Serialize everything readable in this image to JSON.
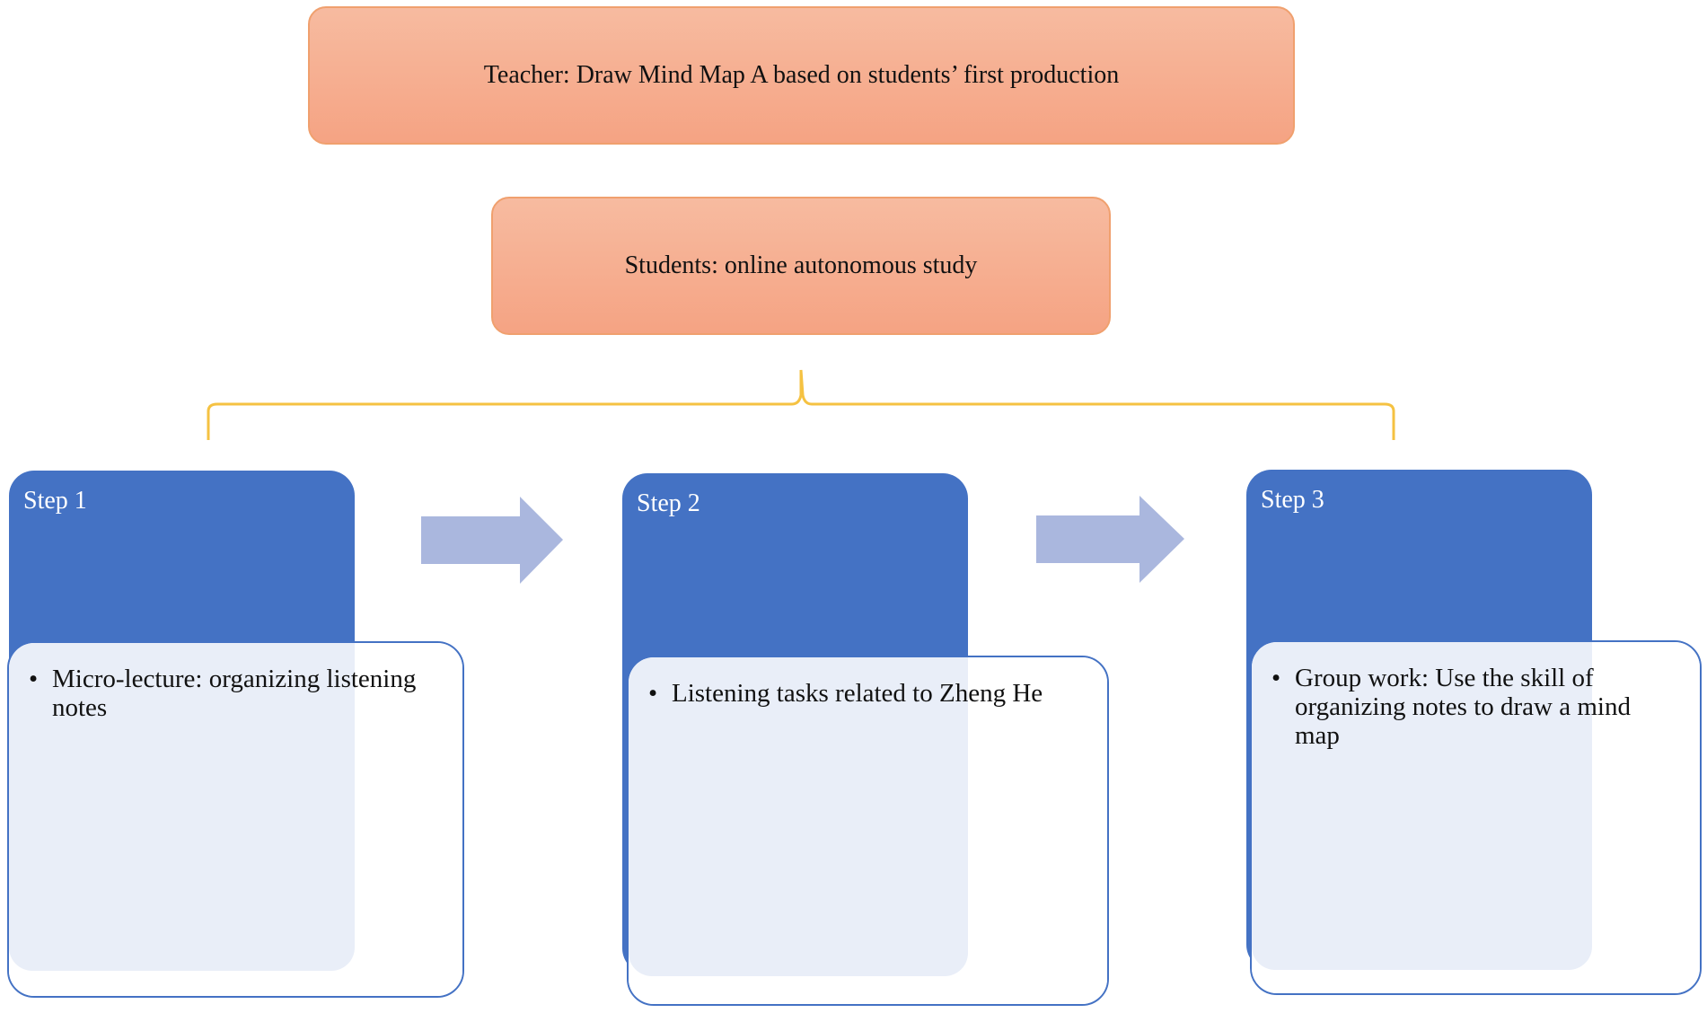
{
  "teacher_box": {
    "text": "Teacher: Draw Mind Map A based on students’ first production"
  },
  "students_box": {
    "text": "Students: online autonomous study"
  },
  "steps": [
    {
      "title": "Step 1",
      "bullet": "Micro-lecture: organizing listening notes"
    },
    {
      "title": "Step 2",
      "bullet": "Listening tasks related to Zheng He"
    },
    {
      "title": "Step 3",
      "bullet": "Group work: Use the skill of organizing notes to draw a mind map"
    }
  ],
  "colors": {
    "orange_fill": "#f5a383",
    "orange_border": "#f0a06e",
    "step_blue": "#4472c4",
    "arrow_blue": "#aab7de",
    "brace_yellow": "#f5c242"
  },
  "icons": {
    "arrow": "right-arrow-icon",
    "bullet": "•"
  }
}
